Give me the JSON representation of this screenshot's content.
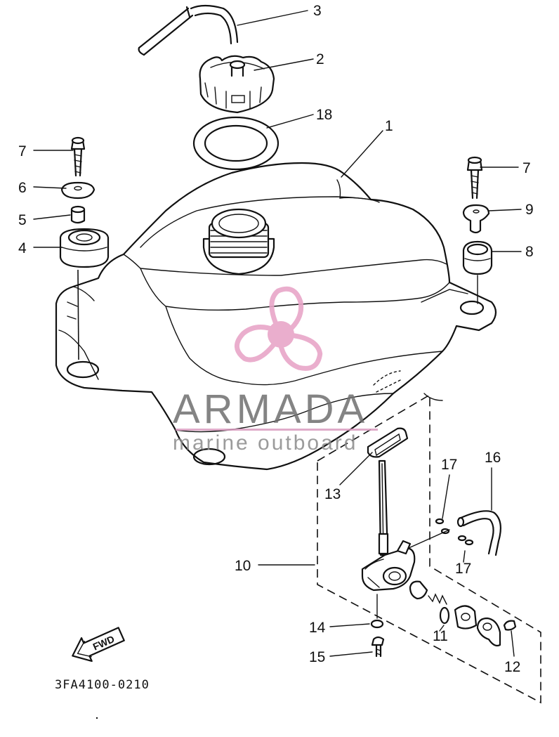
{
  "callouts": [
    {
      "id": "3",
      "label": "3"
    },
    {
      "id": "2",
      "label": "2"
    },
    {
      "id": "18",
      "label": "18"
    },
    {
      "id": "1",
      "label": "1"
    },
    {
      "id": "7a",
      "label": "7"
    },
    {
      "id": "6",
      "label": "6"
    },
    {
      "id": "5",
      "label": "5"
    },
    {
      "id": "4",
      "label": "4"
    },
    {
      "id": "7b",
      "label": "7"
    },
    {
      "id": "9",
      "label": "9"
    },
    {
      "id": "8",
      "label": "8"
    },
    {
      "id": "17a",
      "label": "17"
    },
    {
      "id": "16",
      "label": "16"
    },
    {
      "id": "13",
      "label": "13"
    },
    {
      "id": "10",
      "label": "10"
    },
    {
      "id": "17b",
      "label": "17"
    },
    {
      "id": "11",
      "label": "11"
    },
    {
      "id": "14",
      "label": "14"
    },
    {
      "id": "15",
      "label": "15"
    },
    {
      "id": "12",
      "label": "12"
    }
  ],
  "direction_marker": "FWD",
  "diagram_code": "3FA4100-0210",
  "watermark": {
    "title": "ARMADA",
    "subtitle": "marine outboard",
    "logo_icon": "propeller-icon",
    "logo_color": "#e8a6c8",
    "rule_color": "#d99cc0"
  }
}
